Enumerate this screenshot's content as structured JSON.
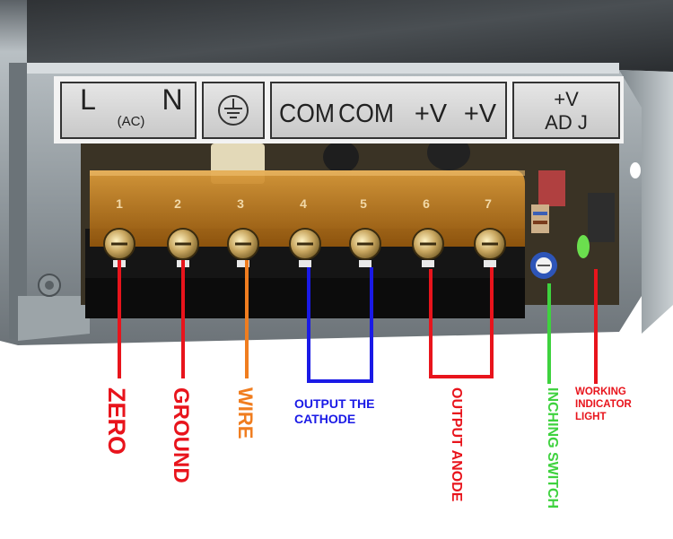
{
  "colors": {
    "red": "#e8141c",
    "orange": "#f07d1f",
    "blue": "#1a1ae6",
    "green": "#3ed23e",
    "casing": "#9aa3a8",
    "amber_cover": "#c47a12",
    "terminal_block": "#151515"
  },
  "panel_labels": {
    "l": "L",
    "ac": "(AC)",
    "n": "N",
    "ground_symbol": "ground-symbol-icon",
    "com1": "COM",
    "com2": "COM",
    "v1": "+V",
    "v2": "+V",
    "adj_top": "+V",
    "adj_bottom": "AD J"
  },
  "terminal_numbers": [
    "1",
    "2",
    "3",
    "4",
    "5",
    "6",
    "7"
  ],
  "callouts": [
    {
      "key": "zero",
      "text": "ZERO",
      "color": "#e8141c"
    },
    {
      "key": "ground",
      "text": "GROUND",
      "color": "#e8141c"
    },
    {
      "key": "wire",
      "text": "WIRE",
      "color": "#f07d1f"
    },
    {
      "key": "cathode",
      "text": "OUTPUT THE\nCATHODE",
      "color": "#1a1ae6"
    },
    {
      "key": "anode",
      "text": "OUTPUT ANODE",
      "color": "#e8141c"
    },
    {
      "key": "inching",
      "text": "INCHING SWITCH",
      "color": "#3ed23e"
    },
    {
      "key": "working",
      "text": "WORKING\nINDICATOR\nLIGHT",
      "color": "#e8141c"
    }
  ]
}
